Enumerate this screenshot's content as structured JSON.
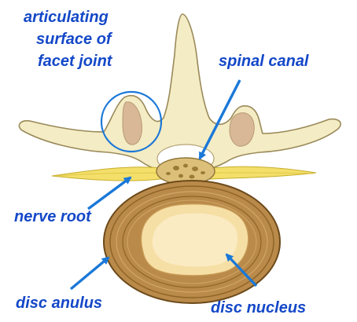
{
  "labels": {
    "facet_line1": "articulating",
    "facet_line2": "surface of",
    "facet_line3": "facet joint",
    "spinal_canal": "spinal canal",
    "nerve_root": "nerve root",
    "disc_anulus": "disc anulus",
    "disc_nucleus": "disc nucleus"
  },
  "colors": {
    "label_text": "#1448c8",
    "arrow": "#1a78d8",
    "highlight_circle": "#1a78d8",
    "bone_fill": "#f4ecc4",
    "bone_outline": "#9a8a5a",
    "bone_shadow": "#d8b896",
    "nerve": "#f3df6a",
    "anulus": "#b98a4a",
    "anulus_ring": "#8e6426",
    "nucleus": "#f6dfa5",
    "nucleus_inner": "#fbebc3"
  }
}
